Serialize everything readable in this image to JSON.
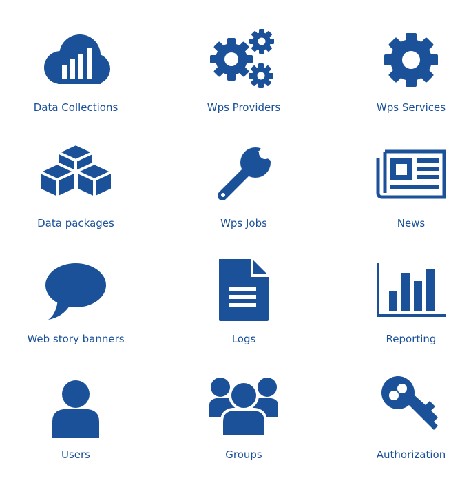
{
  "theme": {
    "accent": "#1a5199"
  },
  "tiles": [
    {
      "label": "Data Collections",
      "icon": "cloud-chart-icon"
    },
    {
      "label": "Wps Providers",
      "icon": "gears-icon"
    },
    {
      "label": "Wps Services",
      "icon": "gear-icon"
    },
    {
      "label": "Data packages",
      "icon": "cubes-icon"
    },
    {
      "label": "Wps Jobs",
      "icon": "wrench-icon"
    },
    {
      "label": "News",
      "icon": "newspaper-icon"
    },
    {
      "label": "Web story banners",
      "icon": "speech-bubble-icon"
    },
    {
      "label": "Logs",
      "icon": "document-icon"
    },
    {
      "label": "Reporting",
      "icon": "bar-chart-icon"
    },
    {
      "label": "Users",
      "icon": "user-icon"
    },
    {
      "label": "Groups",
      "icon": "group-icon"
    },
    {
      "label": "Authorization",
      "icon": "key-icon"
    }
  ]
}
